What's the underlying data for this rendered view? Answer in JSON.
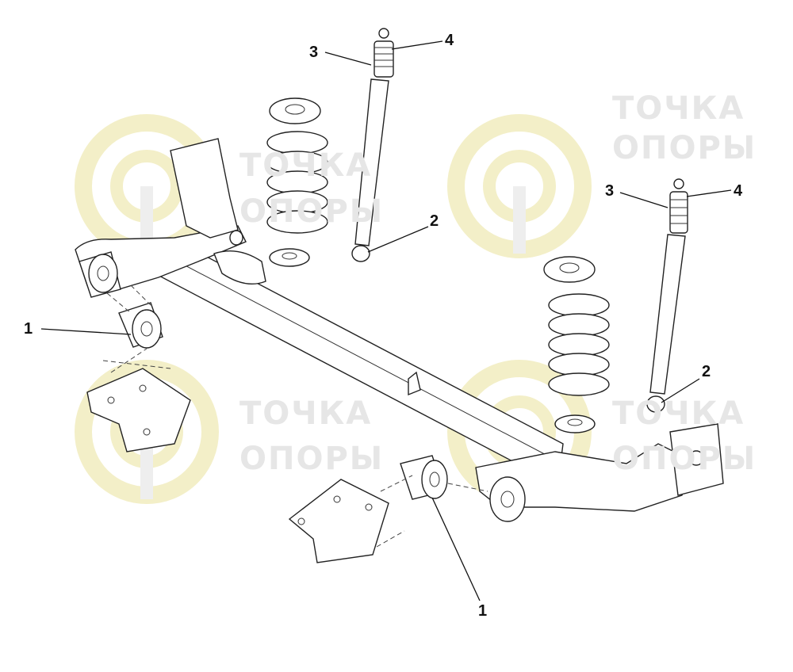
{
  "watermark": {
    "line1": "ТОЧКА",
    "line2": "ОПОРЫ",
    "logo_color": "#f5f0c0"
  },
  "callouts": {
    "left_shock_top_3": "3",
    "left_shock_top_4": "4",
    "left_shock_eye_2": "2",
    "right_shock_top_3": "3",
    "right_shock_top_4": "4",
    "right_shock_eye_2": "2",
    "left_bushing_1": "1",
    "right_bushing_1": "1"
  }
}
